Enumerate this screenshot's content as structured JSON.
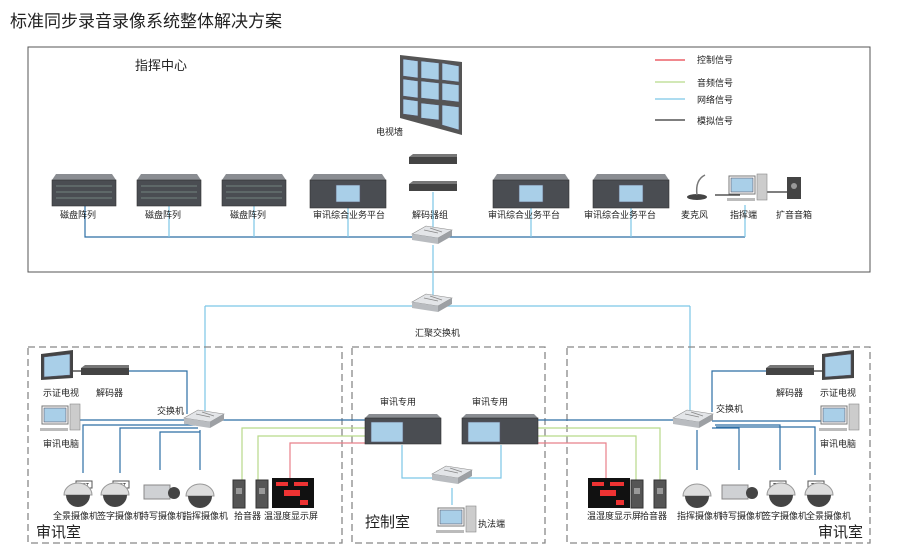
{
  "title": "标准同步录音录像系统整体解决方案",
  "command_center": {
    "label": "指挥中心",
    "tv_wall": "电视墙",
    "decoder_group": "解码器组",
    "disk_arrays": [
      "磁盘阵列",
      "磁盘阵列",
      "磁盘阵列"
    ],
    "platforms": [
      "审讯综合业务平台",
      "审讯综合业务平台",
      "审讯综合业务平台"
    ],
    "microphone": "麦克风",
    "command_terminal": "指挥端",
    "speaker": "扩音音箱"
  },
  "legend": [
    {
      "label": "控制信号",
      "color": "#e8404a"
    },
    {
      "label": "音频信号",
      "color": "#b8d98a"
    },
    {
      "label": "网络信号",
      "color": "#7cc6e6"
    },
    {
      "label": "模拟信号",
      "color": "#333333"
    }
  ],
  "aggregation_switch": "汇聚交换机",
  "left_room": {
    "label": "审讯室",
    "tv": "示证电视",
    "decoder": "解码器",
    "switch": "交换机",
    "pc": "审讯电脑",
    "cameras": [
      "全景摄像机",
      "签字摄像机",
      "特写摄像机",
      "指挥摄像机"
    ],
    "pickup": "拾音器",
    "display": "温湿度显示屏",
    "badges": [
      "HST",
      "HST"
    ]
  },
  "control_room": {
    "label": "控制室",
    "recorders": [
      "审讯专用",
      "审讯专用"
    ],
    "terminal": "执法端"
  },
  "right_room": {
    "label": "审讯室",
    "tv": "示证电视",
    "decoder": "解码器",
    "switch": "交换机",
    "pc": "审讯电脑",
    "cameras": [
      "指挥摄像机",
      "特写摄像机",
      "签字摄像机",
      "全景摄像机"
    ],
    "pickup": "拾音器",
    "display": "温湿度显示屏",
    "badges": [
      "TSH",
      "TSH"
    ]
  }
}
